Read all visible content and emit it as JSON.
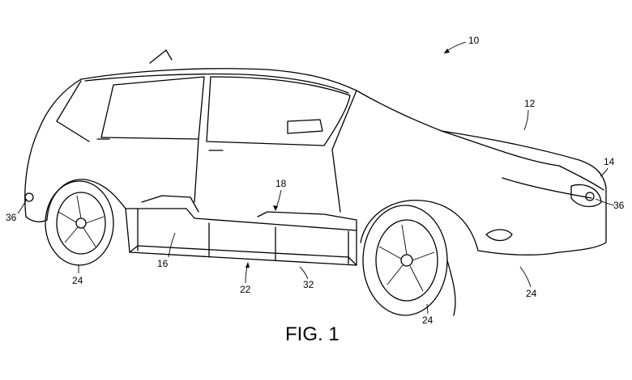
{
  "figure_label": "FIG. 1",
  "reference_numerals": {
    "vehicle": "10",
    "body": "12",
    "front": "14",
    "light_rear": "36",
    "light_front": "36",
    "battery_top": "18",
    "battery_module": "16",
    "battery_pack": "22",
    "tray": "32",
    "wheel_rear": "24",
    "wheel_front": "24",
    "wheel_front_lower": "24",
    "wheel_right": "24"
  }
}
